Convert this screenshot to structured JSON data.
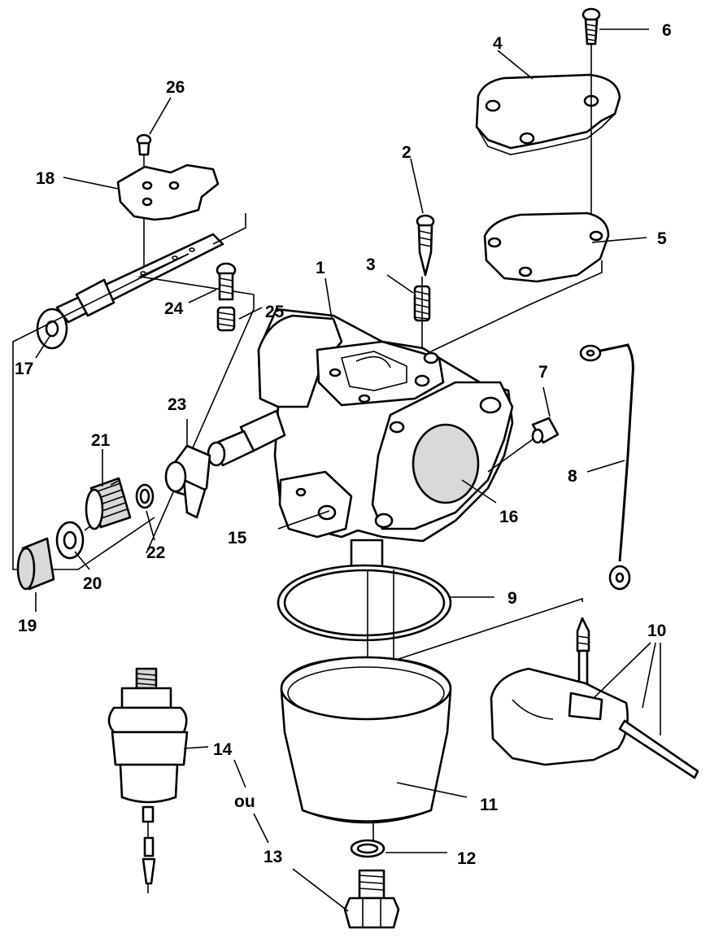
{
  "callouts": {
    "c1": "1",
    "c2": "2",
    "c3": "3",
    "c4": "4",
    "c5": "5",
    "c6": "6",
    "c7": "7",
    "c8": "8",
    "c9": "9",
    "c10": "10",
    "c11": "11",
    "c12": "12",
    "c13": "13",
    "c14": "14",
    "c15": "15",
    "c16": "16",
    "c17": "17",
    "c18": "18",
    "c19": "19",
    "c20": "20",
    "c21": "21",
    "c22": "22",
    "c23": "23",
    "c24": "24",
    "c25": "25",
    "c26": "26"
  },
  "alt_label": "ou"
}
